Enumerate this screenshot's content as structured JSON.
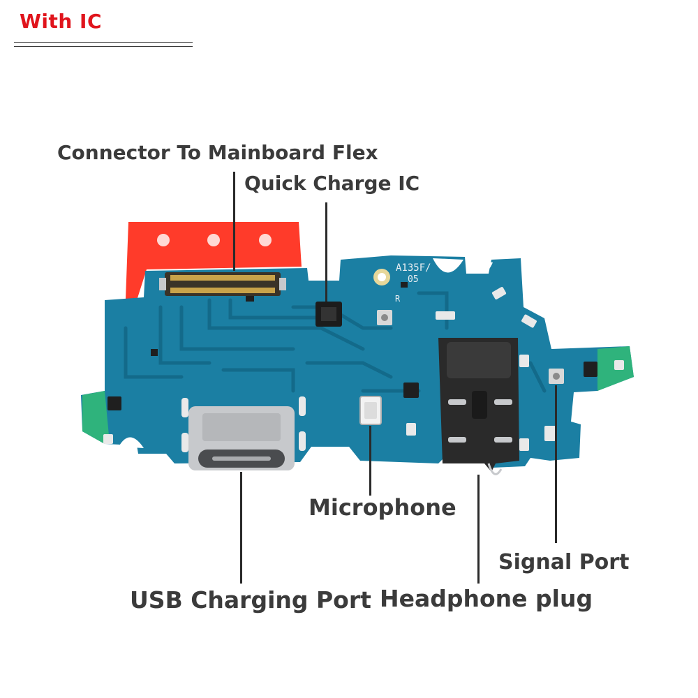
{
  "header": {
    "badge": "With IC"
  },
  "labels": {
    "connector": "Connector To Mainboard Flex",
    "quick_charge": "Quick Charge IC",
    "microphone": "Microphone",
    "signal_port": "Signal Port",
    "usb_port": "USB Charging Port",
    "headphone": "Headphone plug"
  },
  "board": {
    "silkscreen_model": "A135F/",
    "silkscreen_rev": "05",
    "silkscreen_r": "R",
    "colors": {
      "pcb": "#1b7fa3",
      "pcb_dark": "#136a8a",
      "pcb_edge": "#2fb37c",
      "tape": "#ff3b2a",
      "gold": "#c9a34a",
      "metal": "#c7c9cc",
      "jack": "#2a2a2a"
    }
  }
}
